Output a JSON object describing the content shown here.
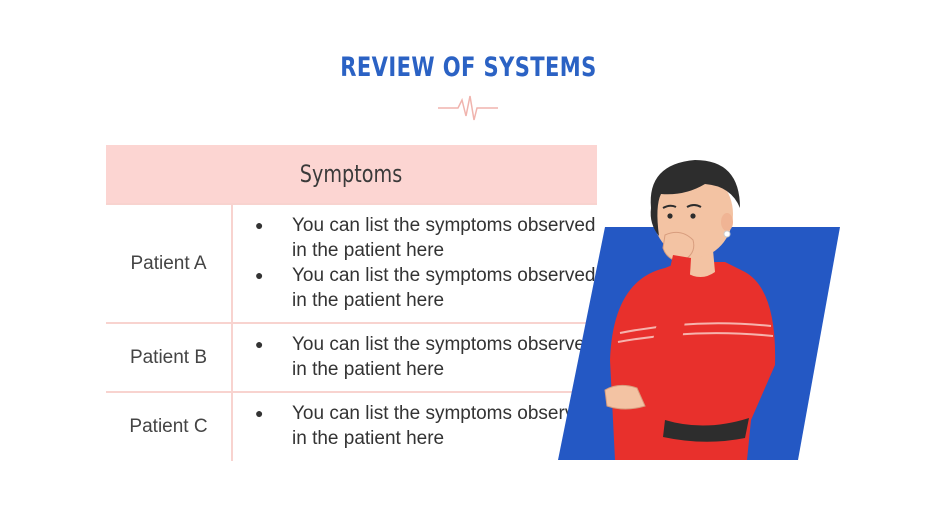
{
  "title": "REVIEW OF SYSTEMS",
  "table": {
    "header": "Symptoms",
    "rows": [
      {
        "patient": "Patient A",
        "symptoms": [
          [
            "You can list the symptoms observed",
            "in the patient here"
          ],
          [
            "You can list the symptoms observed",
            "in the patient here"
          ]
        ]
      },
      {
        "patient": "Patient B",
        "symptoms": [
          [
            "You can list the symptoms observed",
            "in the patient here"
          ]
        ]
      },
      {
        "patient": "Patient C",
        "symptoms": [
          [
            "You can list the symptoms observed",
            "in the patient here"
          ]
        ]
      }
    ]
  },
  "colors": {
    "accent_blue": "#2b62c4",
    "header_pink": "#fcd5d2",
    "divider_pink": "#f8d3cf",
    "shirt_red": "#e8302c"
  },
  "icons": [
    "heartbeat-pulse-icon",
    "thinking-person-illustration"
  ]
}
